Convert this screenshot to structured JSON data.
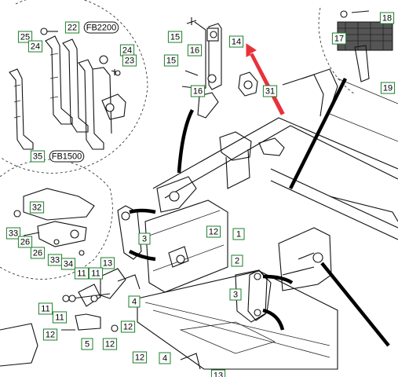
{
  "callouts": [
    {
      "id": "c25",
      "text": "25"
    },
    {
      "id": "c24a",
      "text": "24"
    },
    {
      "id": "c22",
      "text": "22"
    },
    {
      "id": "fb2200",
      "text": "FB2200"
    },
    {
      "id": "c24b",
      "text": "24"
    },
    {
      "id": "c23",
      "text": "23"
    },
    {
      "id": "c35",
      "text": "35"
    },
    {
      "id": "fb1500",
      "text": "FB1500"
    },
    {
      "id": "c15a",
      "text": "15"
    },
    {
      "id": "c16a",
      "text": "16"
    },
    {
      "id": "c14",
      "text": "14"
    },
    {
      "id": "c15b",
      "text": "15"
    },
    {
      "id": "c16b",
      "text": "16"
    },
    {
      "id": "c31",
      "text": "31"
    },
    {
      "id": "c18",
      "text": "18"
    },
    {
      "id": "c17",
      "text": "17"
    },
    {
      "id": "c19",
      "text": "19"
    },
    {
      "id": "c32",
      "text": "32"
    },
    {
      "id": "c33a",
      "text": "33"
    },
    {
      "id": "c26a",
      "text": "26"
    },
    {
      "id": "c26b",
      "text": "26"
    },
    {
      "id": "c33b",
      "text": "33"
    },
    {
      "id": "c34",
      "text": "34"
    },
    {
      "id": "c3a",
      "text": "3"
    },
    {
      "id": "c12a",
      "text": "12"
    },
    {
      "id": "c1",
      "text": "1"
    },
    {
      "id": "c13a",
      "text": "13"
    },
    {
      "id": "c11a",
      "text": "11"
    },
    {
      "id": "c11b",
      "text": "11"
    },
    {
      "id": "c2",
      "text": "2"
    },
    {
      "id": "c4a",
      "text": "4"
    },
    {
      "id": "c11c",
      "text": "11"
    },
    {
      "id": "c11d",
      "text": "11"
    },
    {
      "id": "c3b",
      "text": "3"
    },
    {
      "id": "c12b",
      "text": "12"
    },
    {
      "id": "c12c",
      "text": "12"
    },
    {
      "id": "c5",
      "text": "5"
    },
    {
      "id": "c12d",
      "text": "12"
    },
    {
      "id": "c12e",
      "text": "12"
    },
    {
      "id": "c4b",
      "text": "4"
    },
    {
      "id": "c13b",
      "text": "13"
    }
  ],
  "colors": {
    "callout_border": "#1a7f2a",
    "arrow": "#e8323a",
    "line": "#111111"
  }
}
